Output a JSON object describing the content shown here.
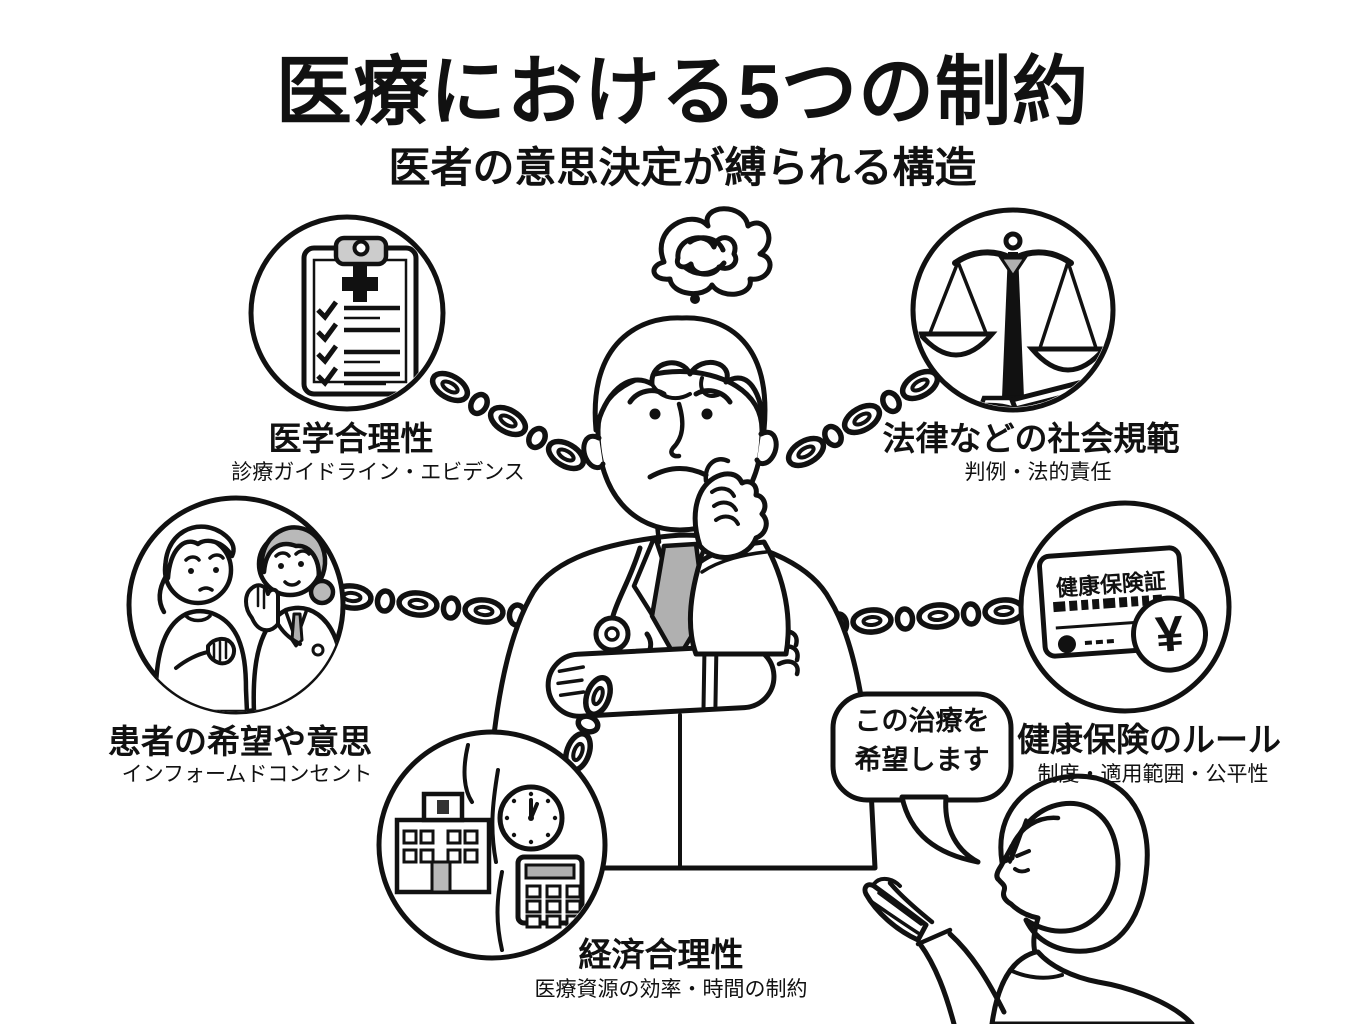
{
  "header": {
    "title": "医療における5つの制約",
    "subtitle": "医者の意思決定が縛られる構造"
  },
  "constraints": [
    {
      "id": "medical-rationality",
      "label": "医学合理性",
      "sublabel": "診療ガイドライン・エビデンス",
      "icon": "clipboard-checklist-icon"
    },
    {
      "id": "social-norms",
      "label": "法律などの社会規範",
      "sublabel": "判例・法的責任",
      "icon": "justice-scales-icon"
    },
    {
      "id": "patient-wishes",
      "label": "患者の希望や意思",
      "sublabel": "インフォームドコンセント",
      "icon": "patient-consultation-icon"
    },
    {
      "id": "insurance-rules",
      "label": "健康保険のルール",
      "sublabel": "制度・適用範囲・公平性",
      "icon": "insurance-card-icon"
    },
    {
      "id": "economic-rationality",
      "label": "経済合理性",
      "sublabel": "医療資源の効率・時間の制約",
      "icon": "hospital-clock-calculator-icon"
    }
  ],
  "insurance_card": {
    "title": "健康保険証",
    "yen_symbol": "¥"
  },
  "speech_bubble": {
    "line1": "この治療を",
    "line2": "希望します"
  },
  "figures": {
    "center": "worried-doctor-bound-by-chains",
    "bottom_right": "patient-requesting-treatment"
  },
  "colors": {
    "line": "#111111",
    "accent_gray": "#b0b0b0",
    "background": "#ffffff"
  }
}
